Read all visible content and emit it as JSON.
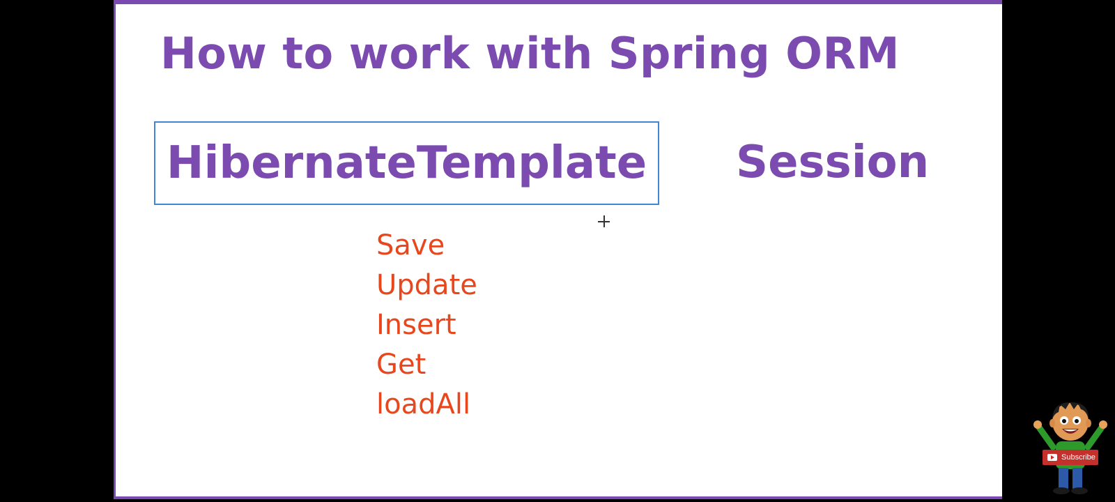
{
  "slide": {
    "title": "How to work with Spring ORM",
    "boxed_label": "HibernateTemplate",
    "side_label": "Session",
    "methods": [
      "Save",
      "Update",
      "Insert",
      "Get",
      "loadAll"
    ]
  },
  "overlay": {
    "subscribe_label": "Subscribe",
    "subscribe_icon": "youtube-play-icon"
  },
  "colors": {
    "title": "#7b4bb0",
    "methods": "#e8461c",
    "box_border": "#3e86d8",
    "subscribe_bg": "#c4302b"
  }
}
